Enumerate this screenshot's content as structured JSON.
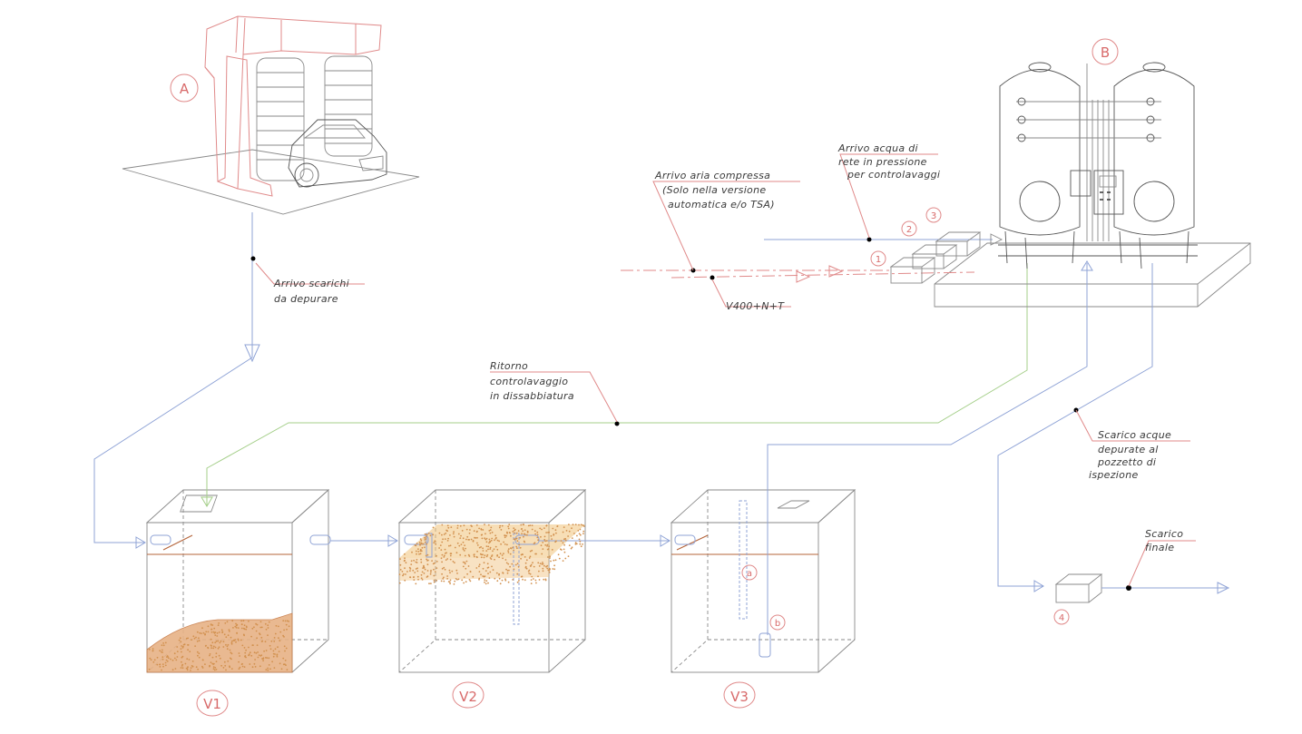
{
  "nodes": {
    "A": "A",
    "B": "B",
    "V1": "V1",
    "V2": "V2",
    "V3": "V3",
    "n1": "1",
    "n2": "2",
    "n3": "3",
    "n4": "4",
    "a": "a",
    "b": "b"
  },
  "labels": {
    "arrivo_scarichi": [
      "Arrivo scarichi",
      "da depurare"
    ],
    "ritorno": [
      "Ritorno",
      "controlavaggio",
      "in dissabbiatura"
    ],
    "aria": [
      "Arrivo aria compressa",
      "(Solo nella versione",
      "automatica e/o TSA)"
    ],
    "acqua": [
      "Arrivo acqua di",
      "rete in pressione",
      "per controlavaggi"
    ],
    "power": "V400+N+T",
    "scarico_depurate": [
      "Scarico acque",
      "depurate al",
      "pozzetto di",
      "ispezione"
    ],
    "scarico_finale": [
      "Scarico",
      "finale"
    ]
  },
  "colors": {
    "inflow_line": "#8fa3d6",
    "backwash_line": "#a5cf8a",
    "power_line": "#e08a8a",
    "sediment": "#d2914f",
    "tag": "#d86a6a"
  }
}
